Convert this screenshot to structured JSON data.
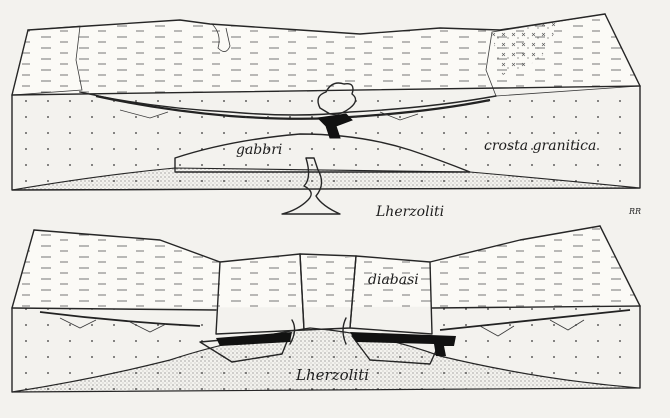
{
  "figure": {
    "top_panel": {
      "labels": {
        "gabbri": "gabbri",
        "crosta": "crosta granitica",
        "lherzoliti": "Lherzoliti"
      }
    },
    "bottom_panel": {
      "labels": {
        "diabasi": "diabasi",
        "lherzoliti": "Lherzoliti"
      }
    },
    "signature": "RR"
  },
  "colors": {
    "paper": "#f3f2ee",
    "ink": "#262626",
    "black_fill": "#111111"
  }
}
